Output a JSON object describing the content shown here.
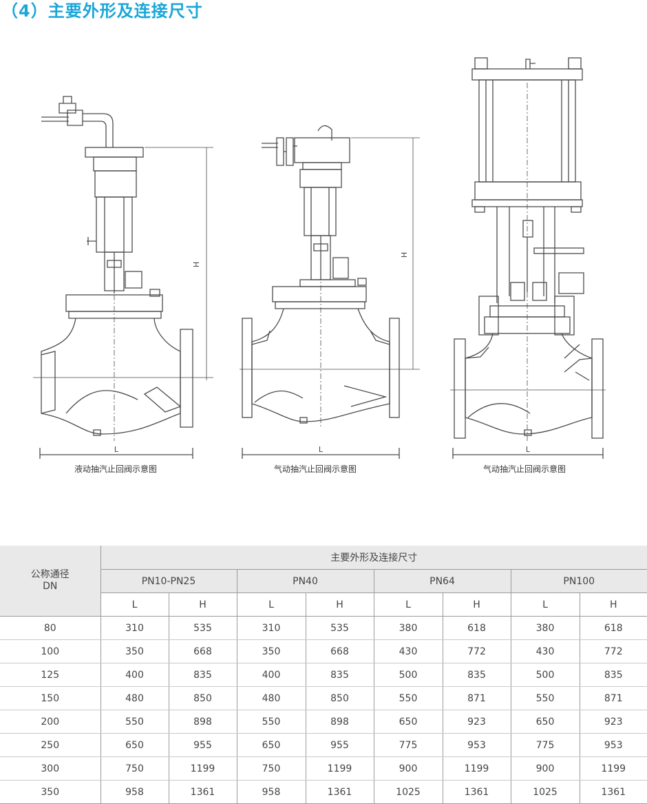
{
  "title": "（4）主要外形及连接尺寸",
  "figures": [
    {
      "caption": "液动抽汽止回阀示意图",
      "dim_l": "L",
      "dim_h": "H"
    },
    {
      "caption": "气动抽汽止回阀示意图",
      "dim_l": "L",
      "dim_h": "H"
    },
    {
      "caption": "气动抽汽止回阀示意图",
      "dim_l": "L"
    }
  ],
  "table": {
    "dn_header_line1": "公称通径",
    "dn_header_line2": "DN",
    "group_header": "主要外形及连接尺寸",
    "pressure_classes": [
      "PN10-PN25",
      "PN40",
      "PN64",
      "PN100"
    ],
    "sub_headers": [
      "L",
      "H",
      "L",
      "H",
      "L",
      "H",
      "L",
      "H"
    ],
    "rows": [
      [
        "80",
        "310",
        "535",
        "310",
        "535",
        "380",
        "618",
        "380",
        "618"
      ],
      [
        "100",
        "350",
        "668",
        "350",
        "668",
        "430",
        "772",
        "430",
        "772"
      ],
      [
        "125",
        "400",
        "835",
        "400",
        "835",
        "500",
        "835",
        "500",
        "835"
      ],
      [
        "150",
        "480",
        "850",
        "480",
        "850",
        "550",
        "871",
        "550",
        "871"
      ],
      [
        "200",
        "550",
        "898",
        "550",
        "898",
        "650",
        "923",
        "650",
        "923"
      ],
      [
        "250",
        "650",
        "955",
        "650",
        "955",
        "775",
        "953",
        "775",
        "953"
      ],
      [
        "300",
        "750",
        "1199",
        "750",
        "1199",
        "900",
        "1199",
        "900",
        "1199"
      ],
      [
        "350",
        "958",
        "1361",
        "958",
        "1361",
        "1025",
        "1361",
        "1025",
        "1361"
      ]
    ]
  },
  "colors": {
    "title": "#1aa6d9",
    "header_bg": "#e9e9e9",
    "line": "#4a4a4a"
  }
}
